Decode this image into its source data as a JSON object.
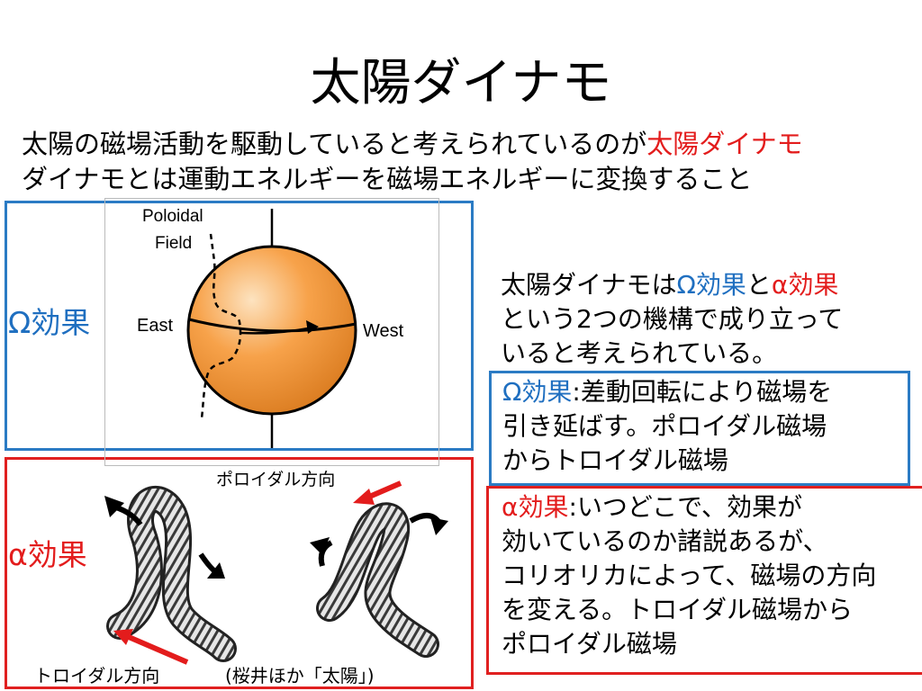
{
  "slide": {
    "title": "太陽ダイナモ",
    "intro_line1_text": "太陽の磁場活動を駆動していると考えられているのが",
    "intro_line1_highlight": "太陽ダイナモ",
    "intro_line2": "ダイナモとは運動エネルギーを磁場エネルギーに変換すること"
  },
  "omega": {
    "label": "Ω効果",
    "diagram": {
      "poloidal_line1": "Poloidal",
      "poloidal_line2": "Field",
      "east": "East",
      "west": "West"
    }
  },
  "alpha": {
    "label": "α効果",
    "poloidal_direction": "ポロイダル方向",
    "toroidal_direction": "トロイダル方向",
    "credit": "(桜井ほか「太陽」)"
  },
  "summary": {
    "line1_prefix": "太陽ダイナモは",
    "omega_term": "Ω効果",
    "connector": "と",
    "alpha_term": "α効果",
    "line2": "という2つの機構で成り立って",
    "line3": "いると考えられている。"
  },
  "omega_box": {
    "term": "Ω効果",
    "line1_rest": ":差動回転により磁場を",
    "line2": "引き延ばす。ポロイダル磁場",
    "line3": "からトロイダル磁場"
  },
  "alpha_box": {
    "term": "α効果",
    "line1_rest": ":いつどこで、効果が",
    "line2": "効いているのか諸説あるが、",
    "line3": "コリオリカによって、磁場の方向",
    "line4": "を変える。トロイダル磁場から",
    "line5": "ポロイダル磁場"
  },
  "colors": {
    "red": "#e31c1c",
    "blue": "#1f6fc0",
    "sun_orange": "#f7a24a"
  }
}
